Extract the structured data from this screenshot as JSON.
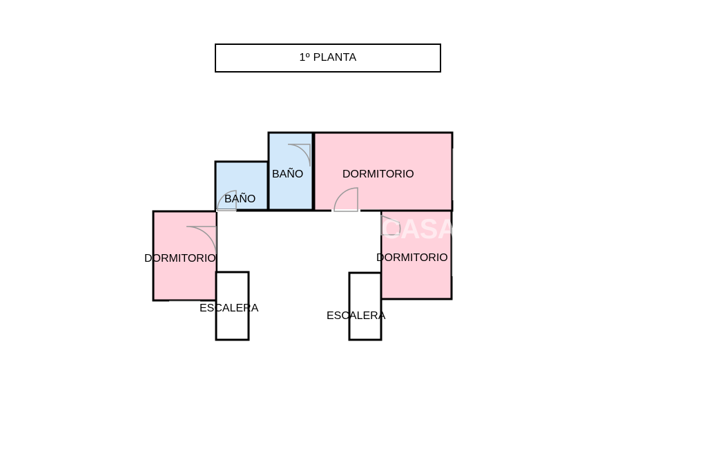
{
  "title": "1º PLANTA",
  "rooms": [
    {
      "id": "bano-1",
      "label": "BAÑO"
    },
    {
      "id": "bano-2",
      "label": "BAÑO"
    },
    {
      "id": "dormitorio-1",
      "label": "DORMITORIO"
    },
    {
      "id": "dormitorio-2",
      "label": "DORMITORIO"
    },
    {
      "id": "dormitorio-3",
      "label": "DORMITORIO"
    },
    {
      "id": "escalera-1",
      "label": "ESCALERA"
    },
    {
      "id": "escalera-2",
      "label": "ESCALERA"
    }
  ],
  "watermark": "CASA",
  "colors": {
    "dormitorio_fill": "#ffd2dc",
    "bano_fill": "#d2e8fa",
    "wall": "#000000",
    "door_arc": "#999999"
  }
}
